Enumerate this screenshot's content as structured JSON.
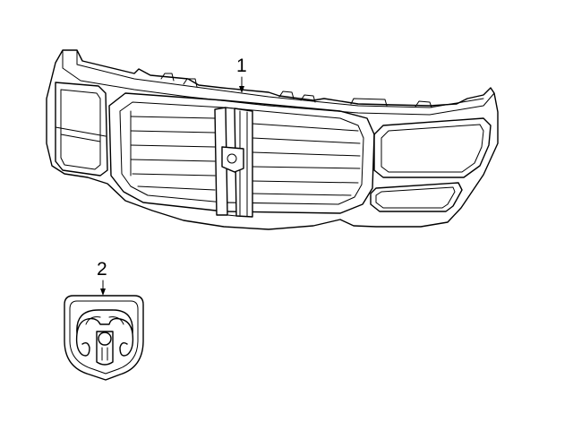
{
  "diagram": {
    "parts": [
      {
        "callout": "1",
        "part": "grille-assembly"
      },
      {
        "callout": "2",
        "part": "ram-head-emblem"
      }
    ]
  }
}
